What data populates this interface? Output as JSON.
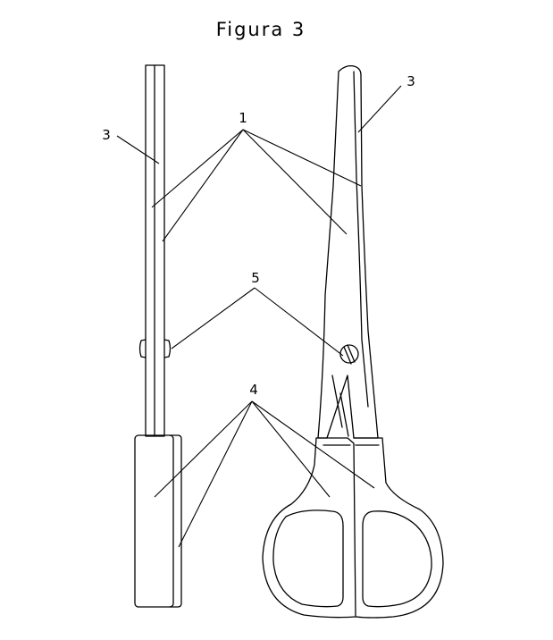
{
  "figure": {
    "title": "Figura 3"
  },
  "labels": {
    "left_3": "3",
    "right_3": "3",
    "label_1": "1",
    "label_5": "5",
    "label_4": "4"
  },
  "colors": {
    "ink": "#000000",
    "paper": "#ffffff"
  }
}
